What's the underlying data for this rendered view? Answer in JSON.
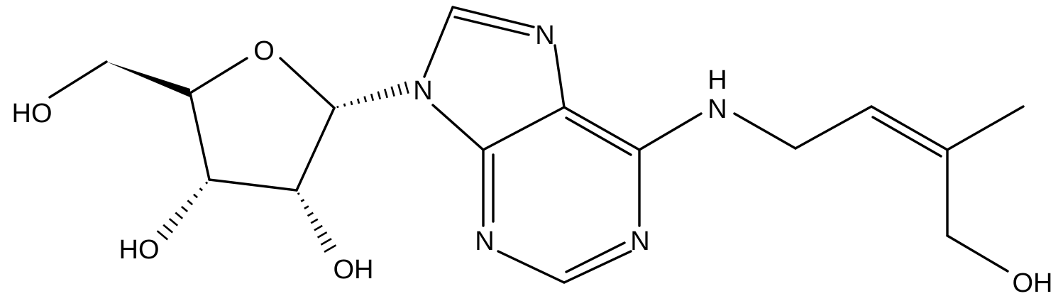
{
  "molecule": {
    "atom_labels": {
      "n7": "N",
      "n9": "N",
      "n1": "N",
      "n3": "N",
      "nh": "H",
      "nh_n": "N",
      "o_ring": "O",
      "oh_5prime": "HO",
      "oh_3prime": "HO",
      "oh_2prime": "OH",
      "oh_tail": "OH"
    }
  }
}
